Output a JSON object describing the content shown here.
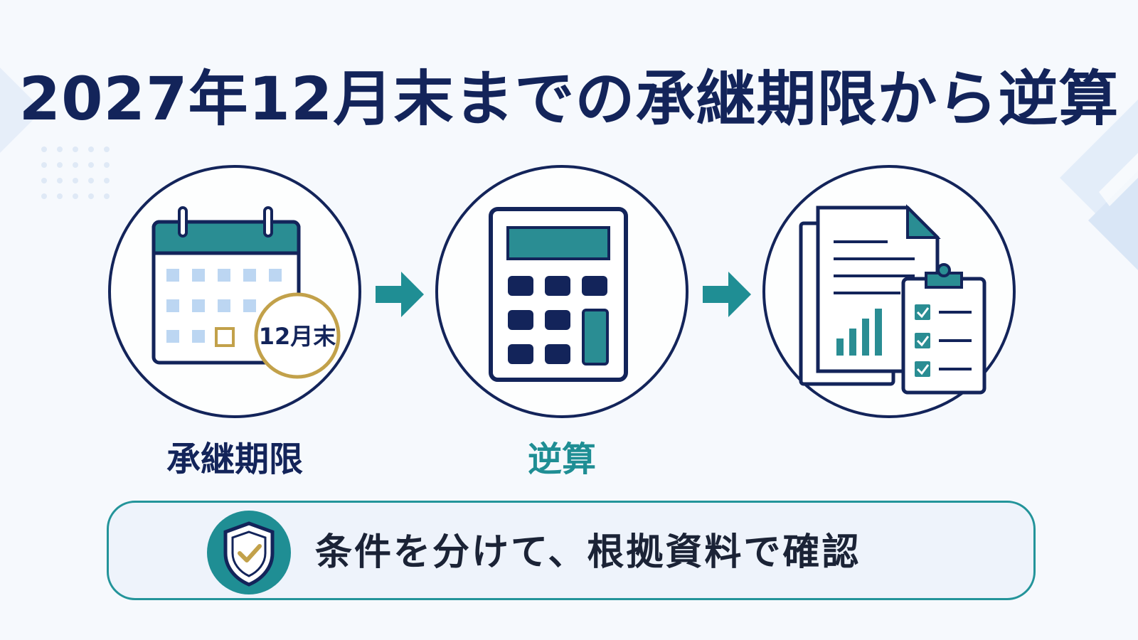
{
  "title": "2027年12月末までの承継期限から逆算",
  "steps": [
    {
      "label": "承継期限",
      "icon": "calendar-icon",
      "badge_text": "12月末"
    },
    {
      "label": "逆算",
      "icon": "calculator-icon"
    },
    {
      "label": "",
      "icon": "documents-checklist-icon"
    }
  ],
  "banner": {
    "icon": "shield-check-icon",
    "text": "条件を分けて、根拠資料で確認"
  },
  "colors": {
    "navy": "#13245a",
    "teal": "#1f8e94",
    "gold": "#c2a14a",
    "light_blue": "#bcd6f2"
  }
}
